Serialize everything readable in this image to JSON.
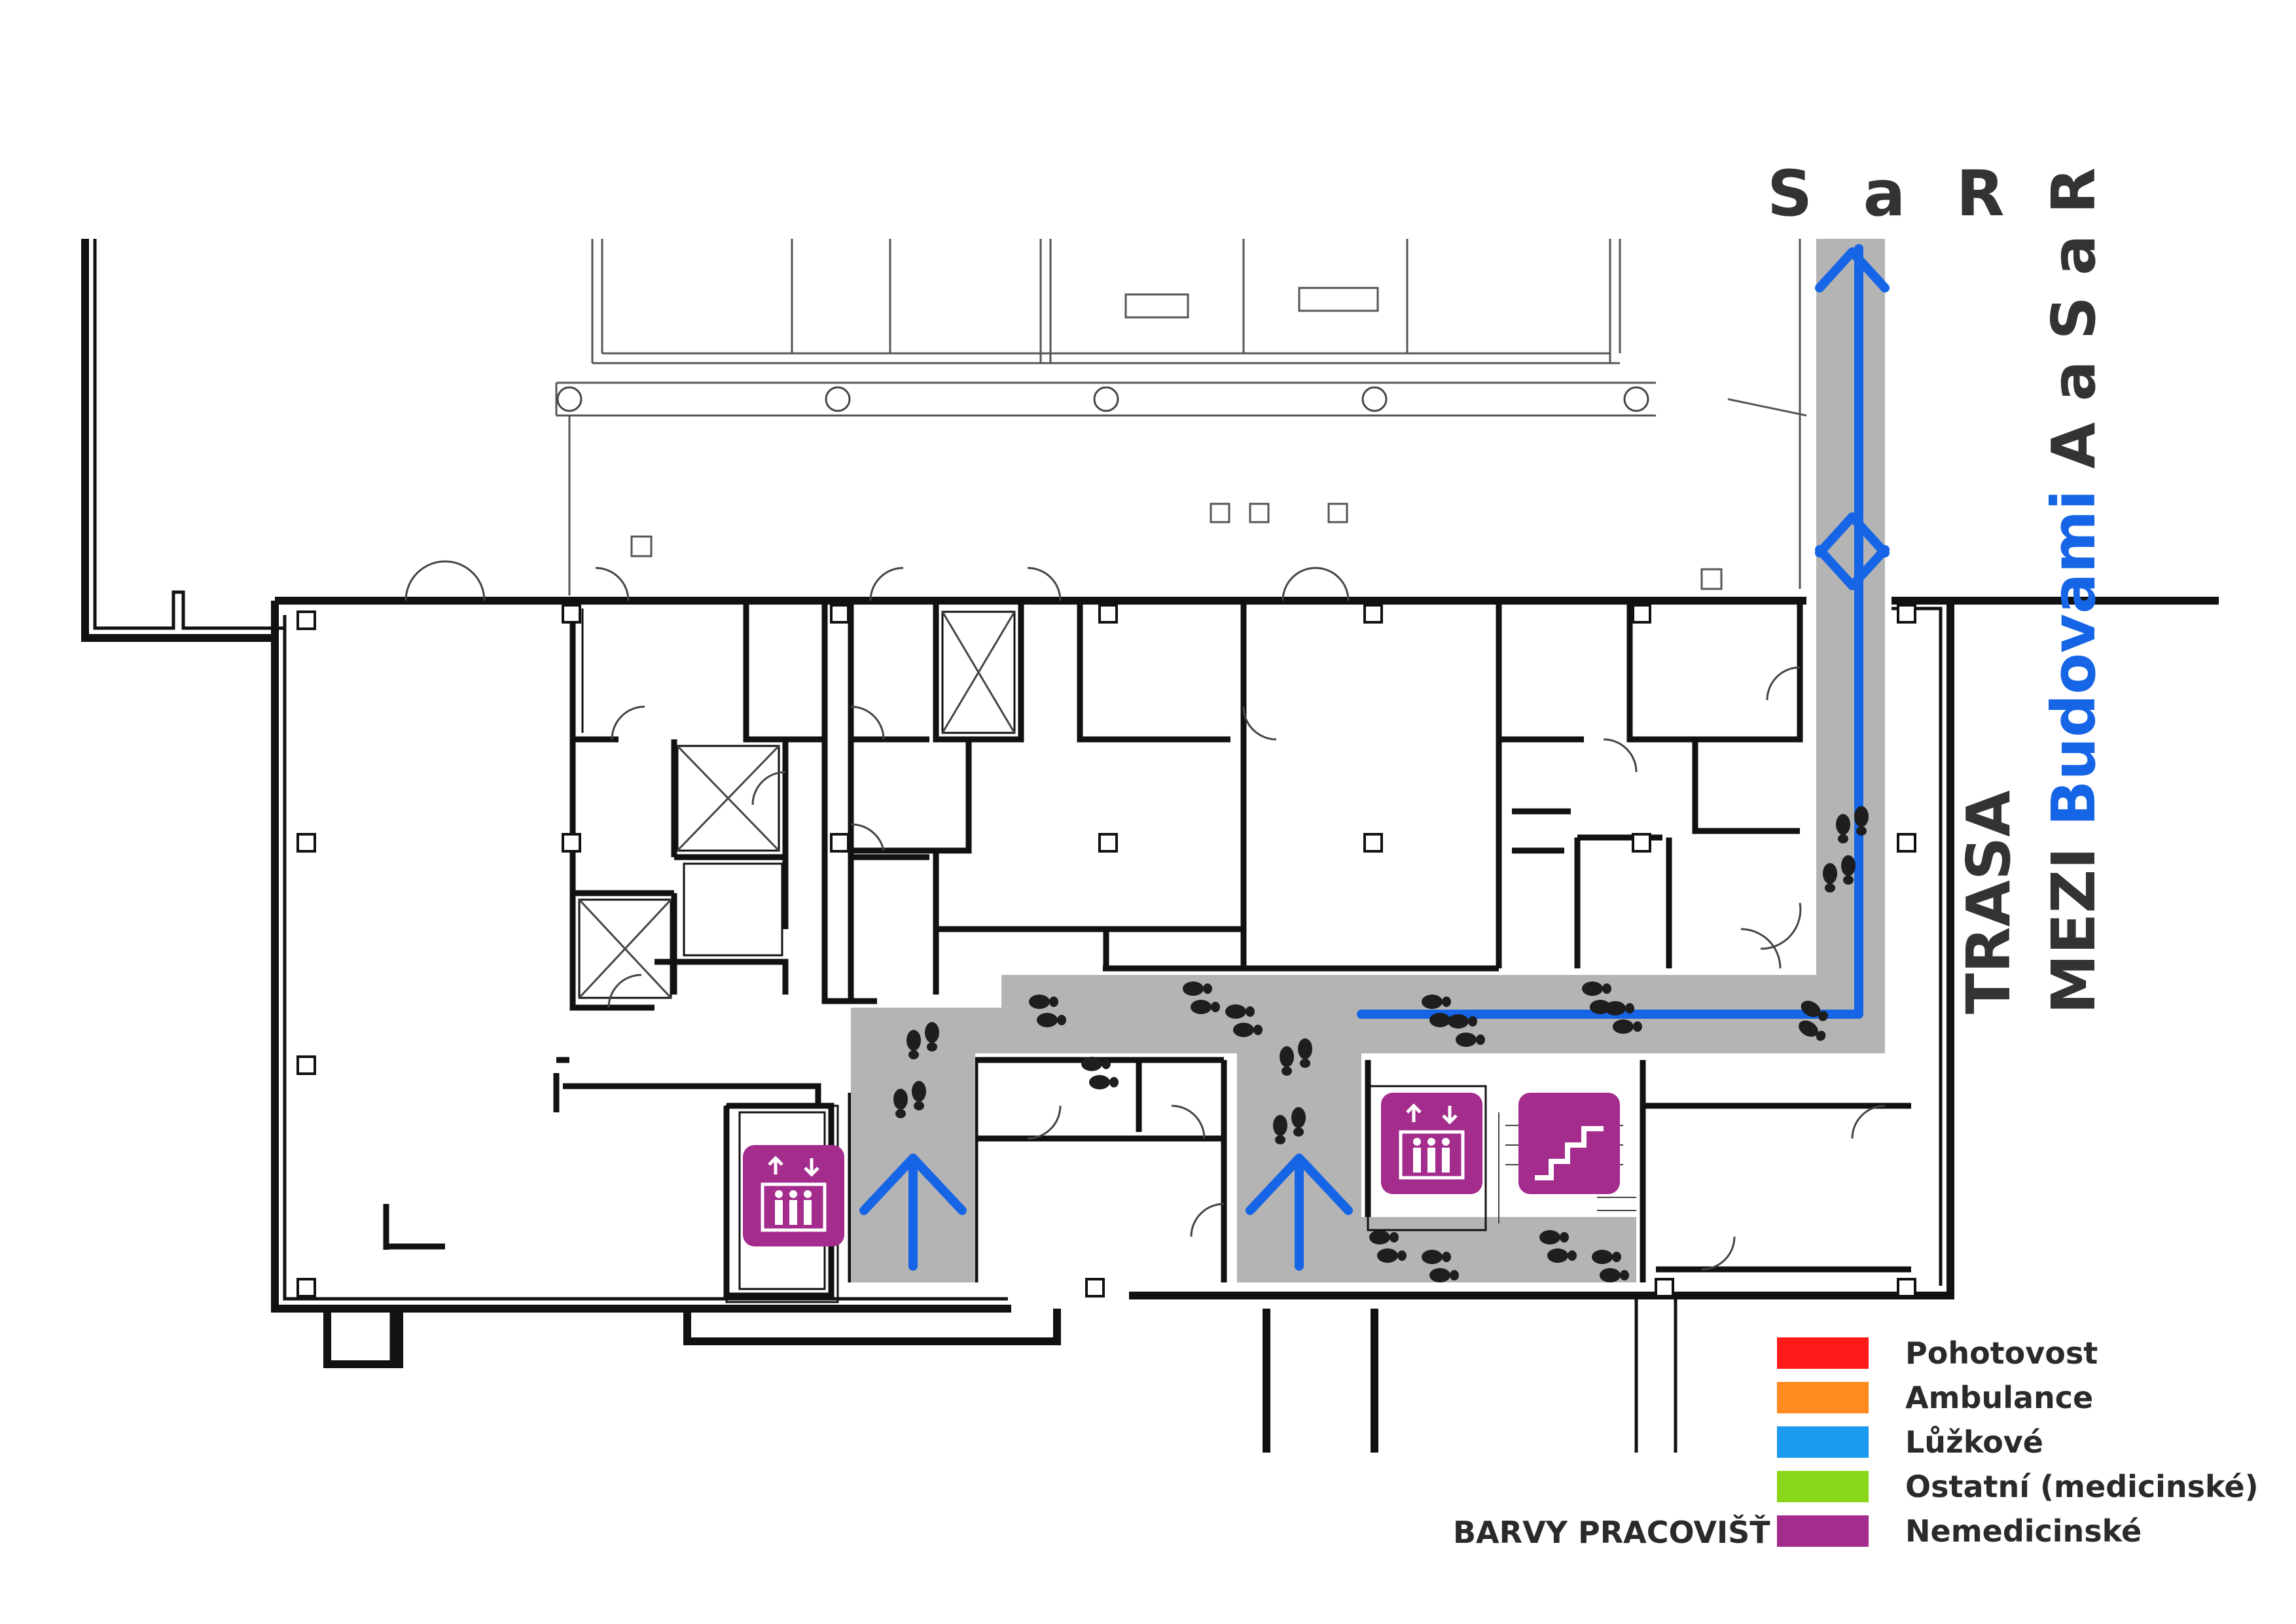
{
  "labels": {
    "top_destination": "S a R",
    "route_line1": "TRASA",
    "route_line2_prefix": "MEZI ",
    "route_line2_highlight": "Budovami",
    "route_line2_suffix": " A a S a R"
  },
  "legend": {
    "title": "BARVY PRACOVIŠŤ",
    "items": [
      {
        "label": "Pohotovost",
        "color": "#ff1a1a"
      },
      {
        "label": "Ambulance",
        "color": "#ff8a1f"
      },
      {
        "label": "Lůžkové",
        "color": "#1a9bf0"
      },
      {
        "label": "Ostatní (medicinské)",
        "color": "#8ad61a"
      },
      {
        "label": "Nemedicinské",
        "color": "#a32c8c"
      }
    ]
  },
  "colors": {
    "route_path": "#b4b4b4",
    "route_arrow": "#1565e6",
    "walls": "#111111",
    "footprints": "#1e1e1e",
    "facility_icon_bg": "#a32c8c"
  },
  "icons": [
    "elevator-icon",
    "elevator-icon",
    "stairs-icon",
    "footprints-icon",
    "direction-arrow-icon"
  ]
}
